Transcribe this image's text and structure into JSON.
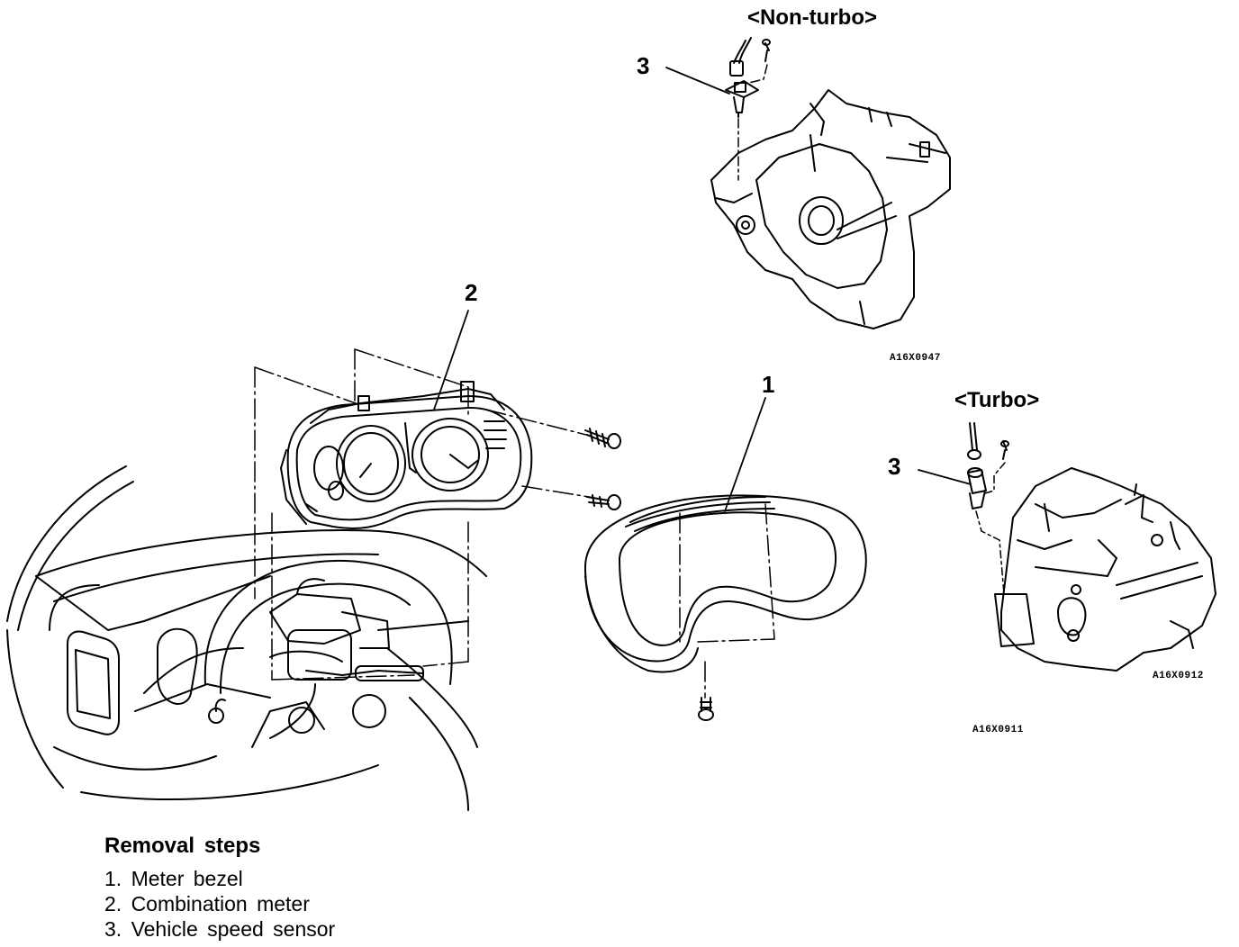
{
  "variants": {
    "non_turbo": "<Non-turbo>",
    "turbo": "<Turbo>"
  },
  "callouts": {
    "one": "1",
    "two": "2",
    "three_non_turbo": "3",
    "three_turbo": "3"
  },
  "figure_codes": {
    "non_turbo": "A16X0947",
    "turbo": "A16X0912",
    "main": "A16X0911"
  },
  "removal_steps": {
    "title": "Removal steps",
    "items": [
      "1. Meter bezel",
      "2. Combination meter",
      "3. Vehicle speed sensor"
    ]
  }
}
